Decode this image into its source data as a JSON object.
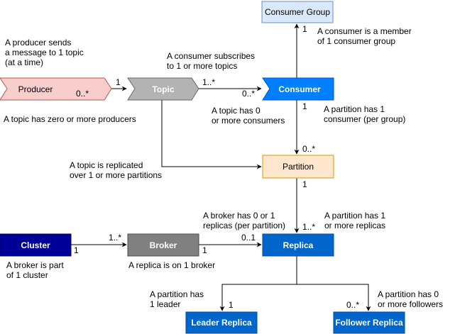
{
  "nodes": {
    "consumer_group": {
      "label": "Consumer Group",
      "fill": "#dae8fc",
      "stroke": "#6c8ebf",
      "text": "#000000"
    },
    "producer": {
      "label": "Producer",
      "fill": "#f8cecc",
      "stroke": "#b85450",
      "text": "#000000"
    },
    "topic": {
      "label": "Topic",
      "fill": "#b3b3b3",
      "stroke": "#666666",
      "text": "#ffffff"
    },
    "consumer": {
      "label": "Consumer",
      "fill": "#007fff",
      "stroke": "#0050c8",
      "text": "#ffffff"
    },
    "partition": {
      "label": "Partition",
      "fill": "#ffe6cc",
      "stroke": "#d79b00",
      "text": "#000000"
    },
    "cluster": {
      "label": "Cluster",
      "fill": "#000099",
      "stroke": "#000066",
      "text": "#ffffff"
    },
    "broker": {
      "label": "Broker",
      "fill": "#808080",
      "stroke": "#4d4d4d",
      "text": "#ffffff"
    },
    "replica": {
      "label": "Replica",
      "fill": "#0066cc",
      "stroke": "#004c99",
      "text": "#ffffff"
    },
    "leader_replica": {
      "label": "Leader Replica",
      "fill": "#0066cc",
      "stroke": "#004c99",
      "text": "#ffffff"
    },
    "follower_replica": {
      "label": "Follower Replica",
      "fill": "#0066cc",
      "stroke": "#004c99",
      "text": "#ffffff"
    }
  },
  "annotations": {
    "producer_sends": [
      "A producer sends",
      "a message to 1 topic",
      "(at a time)"
    ],
    "consumer_subscribes": [
      "A consumer subscribes",
      "to 1 or more topics"
    ],
    "consumer_member": [
      "A consumer is a member",
      "of 1 consumer group"
    ],
    "topic_producers": [
      "A topic has zero or more producers"
    ],
    "topic_consumers": [
      "A topic has 0",
      "or more consumers"
    ],
    "partition_consumer": [
      "A partition has 1",
      "consumer (per group)"
    ],
    "topic_replicated": [
      "A topic is replicated",
      "over 1 or more partitions"
    ],
    "broker_replicas": [
      "A broker has 0 or 1",
      "replicas (per partition)"
    ],
    "partition_replicas": [
      "A partition has 1",
      "or more replicas"
    ],
    "broker_cluster": [
      "A broker is part",
      "of 1 cluster"
    ],
    "replica_broker": [
      "A replica is on 1 broker"
    ],
    "partition_leader": [
      "A partition has",
      "1 leader"
    ],
    "partition_followers": [
      "A partition has 0",
      "or more followers"
    ]
  },
  "multiplicities": {
    "producer_out": "0..*",
    "topic_in": "1",
    "topic_out": "1..*",
    "consumer_in": "0..*",
    "group_in": "1",
    "consumer_down": "1",
    "partition_in": "0..*",
    "partition_down": "1",
    "replica_in_top": "1..*",
    "cluster_out": "1",
    "broker_in": "1..*",
    "broker_out": "1",
    "replica_in_left": "0..1",
    "leader_in": "1",
    "follower_in": "0..*"
  }
}
